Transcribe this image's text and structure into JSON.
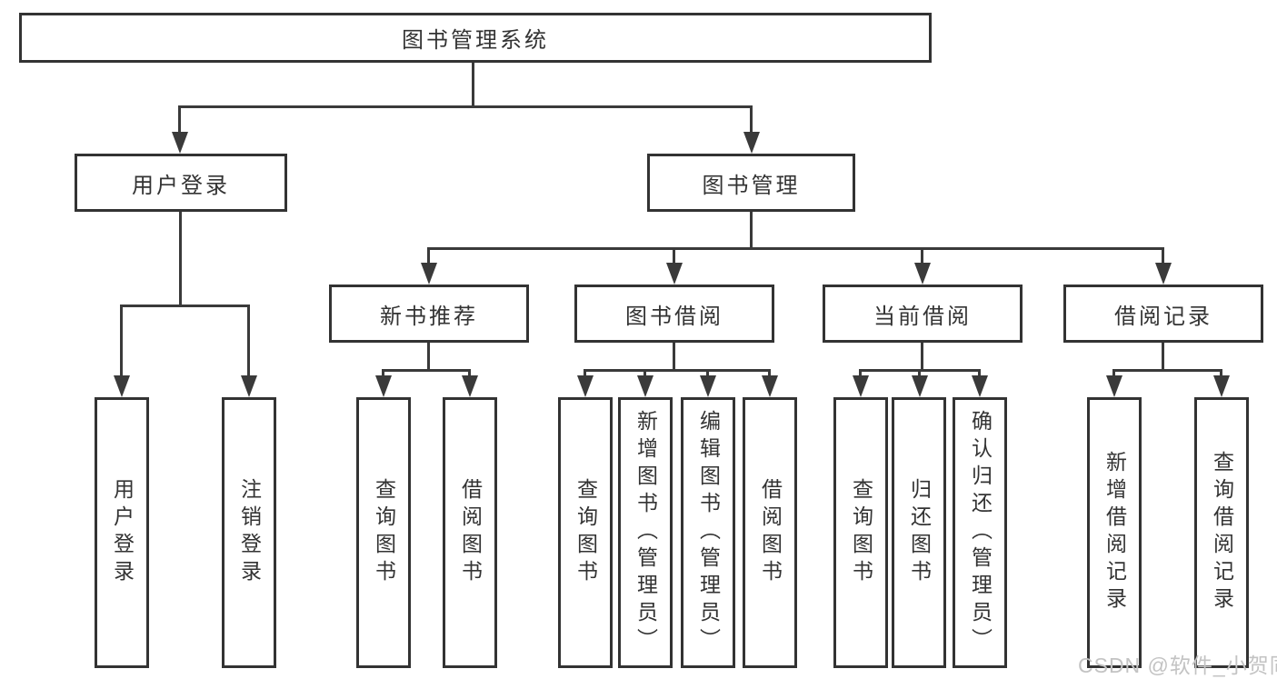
{
  "diagram": {
    "title_node": {
      "label": "图书管理系统"
    },
    "user_login": {
      "label": "用户登录",
      "children": [
        "用户登录",
        "注销登录"
      ]
    },
    "book_mgmt": {
      "label": "图书管理"
    },
    "new_books": {
      "label": "新书推荐",
      "children": [
        "查询图书",
        "借阅图书"
      ]
    },
    "book_borrow": {
      "label": "图书借阅",
      "children": [
        "查询图书",
        "新增图书（管理员）",
        "编辑图书（管理员）",
        "借阅图书"
      ]
    },
    "current_borrow": {
      "label": "当前借阅",
      "children": [
        "查询图书",
        "归还图书",
        "确认归还（管理员）"
      ]
    },
    "borrow_records": {
      "label": "借阅记录",
      "children": [
        "新增借阅记录",
        "查询借阅记录"
      ]
    }
  },
  "watermark": {
    "text": "CSDN @软件_小贺同学"
  },
  "colors": {
    "line": "#3a3a3a",
    "border": "#333333",
    "text": "#333333",
    "watermark": "#c3c3c3",
    "background": "#ffffff"
  }
}
